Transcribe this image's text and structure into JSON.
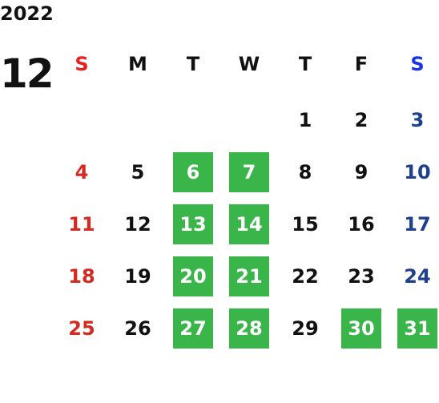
{
  "calendar": {
    "year": "2022",
    "month": "12",
    "weekdays": [
      "S",
      "M",
      "T",
      "W",
      "T",
      "F",
      "S"
    ],
    "weeks": [
      [
        "",
        "",
        "",
        "",
        "1",
        "2",
        "3"
      ],
      [
        "4",
        "5",
        "6",
        "7",
        "8",
        "9",
        "10"
      ],
      [
        "11",
        "12",
        "13",
        "14",
        "15",
        "16",
        "17"
      ],
      [
        "18",
        "19",
        "20",
        "21",
        "22",
        "23",
        "24"
      ],
      [
        "25",
        "26",
        "27",
        "28",
        "29",
        "30",
        "31"
      ]
    ],
    "highlighted_days": [
      "6",
      "7",
      "13",
      "14",
      "20",
      "21",
      "27",
      "28",
      "30",
      "31"
    ]
  },
  "colors": {
    "text": "#111111",
    "sunday_header": "#e8211c",
    "saturday_header": "#1a33e6",
    "sunday_day": "#d42a20",
    "saturday_day": "#1f3f8f",
    "highlight_bg": "#39b54a",
    "highlight_text": "#ffffff"
  }
}
